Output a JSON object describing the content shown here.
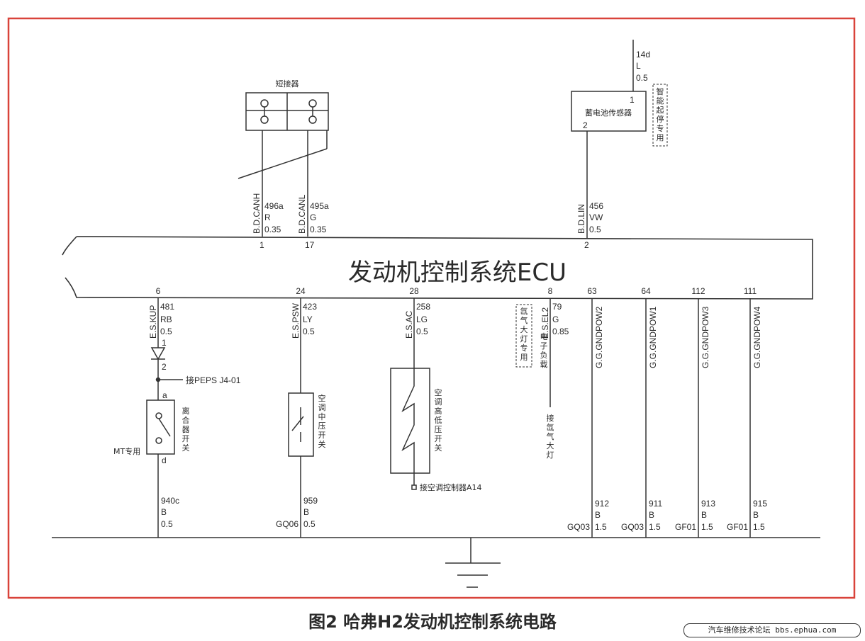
{
  "ecu": {
    "title": "发动机控制系统ECU"
  },
  "caption": "图2 哈弗H2发动机控制系统电路",
  "forum_tag": "汽车维修技术论坛 bbs.ephua.com",
  "shorting_connector": {
    "label": "短接器"
  },
  "battery_sensor": {
    "label": "蓄电池传感器",
    "pin_top": "1",
    "pin_bottom": "2",
    "wire_top": {
      "num": "14d",
      "color": "L",
      "size": "0.5"
    },
    "note": [
      "智",
      "能",
      "起",
      "停",
      "专",
      "用"
    ]
  },
  "top_wires": [
    {
      "signal": "B.D.CANH",
      "num": "496a",
      "color": "R",
      "size": "0.35",
      "pin": "1"
    },
    {
      "signal": "B.D.CANL",
      "num": "495a",
      "color": "G",
      "size": "0.35",
      "pin": "17"
    },
    {
      "signal": "B.D.LIN",
      "num": "456",
      "color": "VW",
      "size": "0.5",
      "pin": "2"
    }
  ],
  "bottom_wires": [
    {
      "pin": "6",
      "signal": "E.S.KUP",
      "num": "481",
      "color": "RB",
      "size": "0.5"
    },
    {
      "pin": "24",
      "signal": "E.S.PSW",
      "num": "423",
      "color": "LY",
      "size": "0.5"
    },
    {
      "pin": "28",
      "signal": "E.S.AC",
      "num": "258",
      "color": "LG",
      "size": "0.5"
    },
    {
      "pin": "8",
      "signal": "E.S.EL2",
      "num": "79",
      "color": "G",
      "size": "0.85"
    },
    {
      "pin": "63",
      "signal": "G.G.GNDPOW2"
    },
    {
      "pin": "64",
      "signal": "G.G.GNDPOW1"
    },
    {
      "pin": "112",
      "signal": "G.G.GNDPOW3"
    },
    {
      "pin": "111",
      "signal": "G.G.GNDPOW4"
    }
  ],
  "diode": {
    "pin1": "1",
    "pin2": "2"
  },
  "peps": "接PEPS J4-01",
  "clutch": {
    "a": "a",
    "d": "d",
    "label": [
      "离",
      "合",
      "器",
      "开",
      "关"
    ],
    "mt": "MT专用"
  },
  "ac_mid": {
    "label": [
      "空",
      "调",
      "中",
      "压",
      "开",
      "关"
    ]
  },
  "ac_hilo": {
    "label": [
      "空",
      "调",
      "高",
      "低",
      "压",
      "开",
      "关"
    ],
    "controller": "接空调控制器A14"
  },
  "xenon": {
    "note": [
      "氙",
      "气",
      "大",
      "灯",
      "专",
      "用"
    ],
    "load": [
      "电",
      "子",
      "负",
      "载"
    ],
    "to": [
      "接",
      "氙",
      "气",
      "大",
      "灯"
    ]
  },
  "ground_wires": [
    {
      "num": "940c",
      "color": "B",
      "size": "0.5",
      "gnd": ""
    },
    {
      "num": "959",
      "color": "B",
      "size": "0.5",
      "gnd": "GQ06"
    },
    {
      "num": "912",
      "color": "B",
      "size": "1.5",
      "gnd": "GQ03"
    },
    {
      "num": "911",
      "color": "B",
      "size": "1.5",
      "gnd": "GQ03"
    },
    {
      "num": "913",
      "color": "B",
      "size": "1.5",
      "gnd": "GF01"
    },
    {
      "num": "915",
      "color": "B",
      "size": "1.5",
      "gnd": "GF01"
    }
  ]
}
